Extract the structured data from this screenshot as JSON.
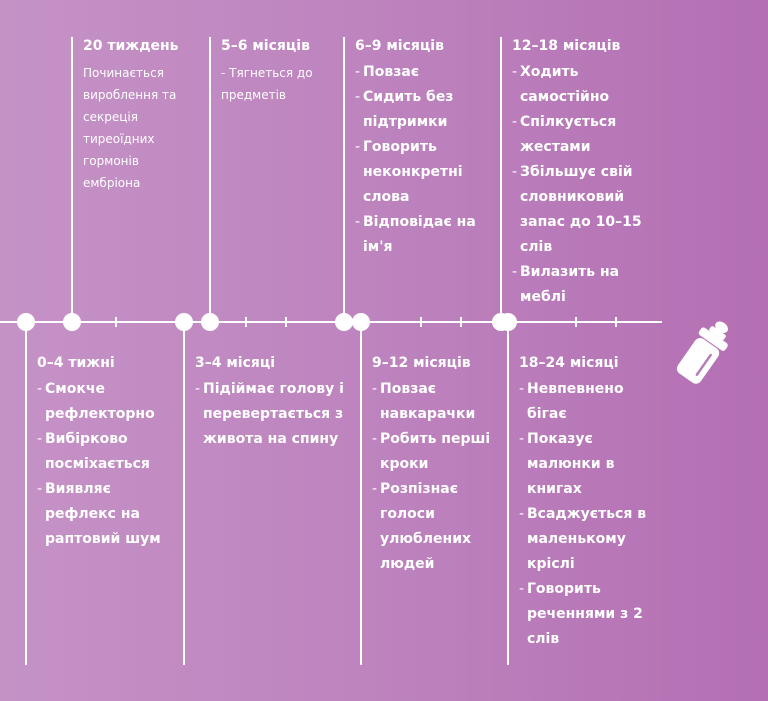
{
  "milestones_top": [
    {
      "title": "20 тиждень",
      "text": "Починається вироблення та секреція тиреоїдних гормонів ембріона"
    },
    {
      "title": "5–6 місяців",
      "text": "- Тягнеться до предметів"
    },
    {
      "title": "6–9 місяців",
      "items": [
        "Повзає",
        "Сидить без підтримки",
        "Говорить неконкретні слова",
        "Відповідає на ім'я"
      ]
    },
    {
      "title": "12–18 місяців",
      "items": [
        "Ходить самостійно",
        "Спілкується жестами",
        "Збільшує свій словниковий запас до 10–15 слів",
        "Вилазить на меблі"
      ]
    }
  ],
  "milestones_bottom": [
    {
      "title": "0–4 тижні",
      "items": [
        "Смокче рефлекторно",
        "Вибірково посміхається",
        "Виявляє рефлекс на раптовий шум"
      ]
    },
    {
      "title": "3–4 місяці",
      "items": [
        "Підіймає голову і перевертається з живота на спину"
      ]
    },
    {
      "title": "9–12 місяців",
      "items": [
        "Повзає навкарачки",
        "Робить перші кроки",
        "Розпізнає голоси улюблених людей"
      ]
    },
    {
      "title": "18–24 місяці",
      "items": [
        "Невпевнено бігає",
        "Показує малюнки в книгах",
        "Всаджується в маленькому кріслі",
        "Говорить реченнями з 2 слів"
      ]
    }
  ],
  "icons": {
    "end": "baby-bottle-icon"
  },
  "colors": {
    "background_start": "#c592c6",
    "background_end": "#b46fb3",
    "foreground": "#ffffff"
  }
}
